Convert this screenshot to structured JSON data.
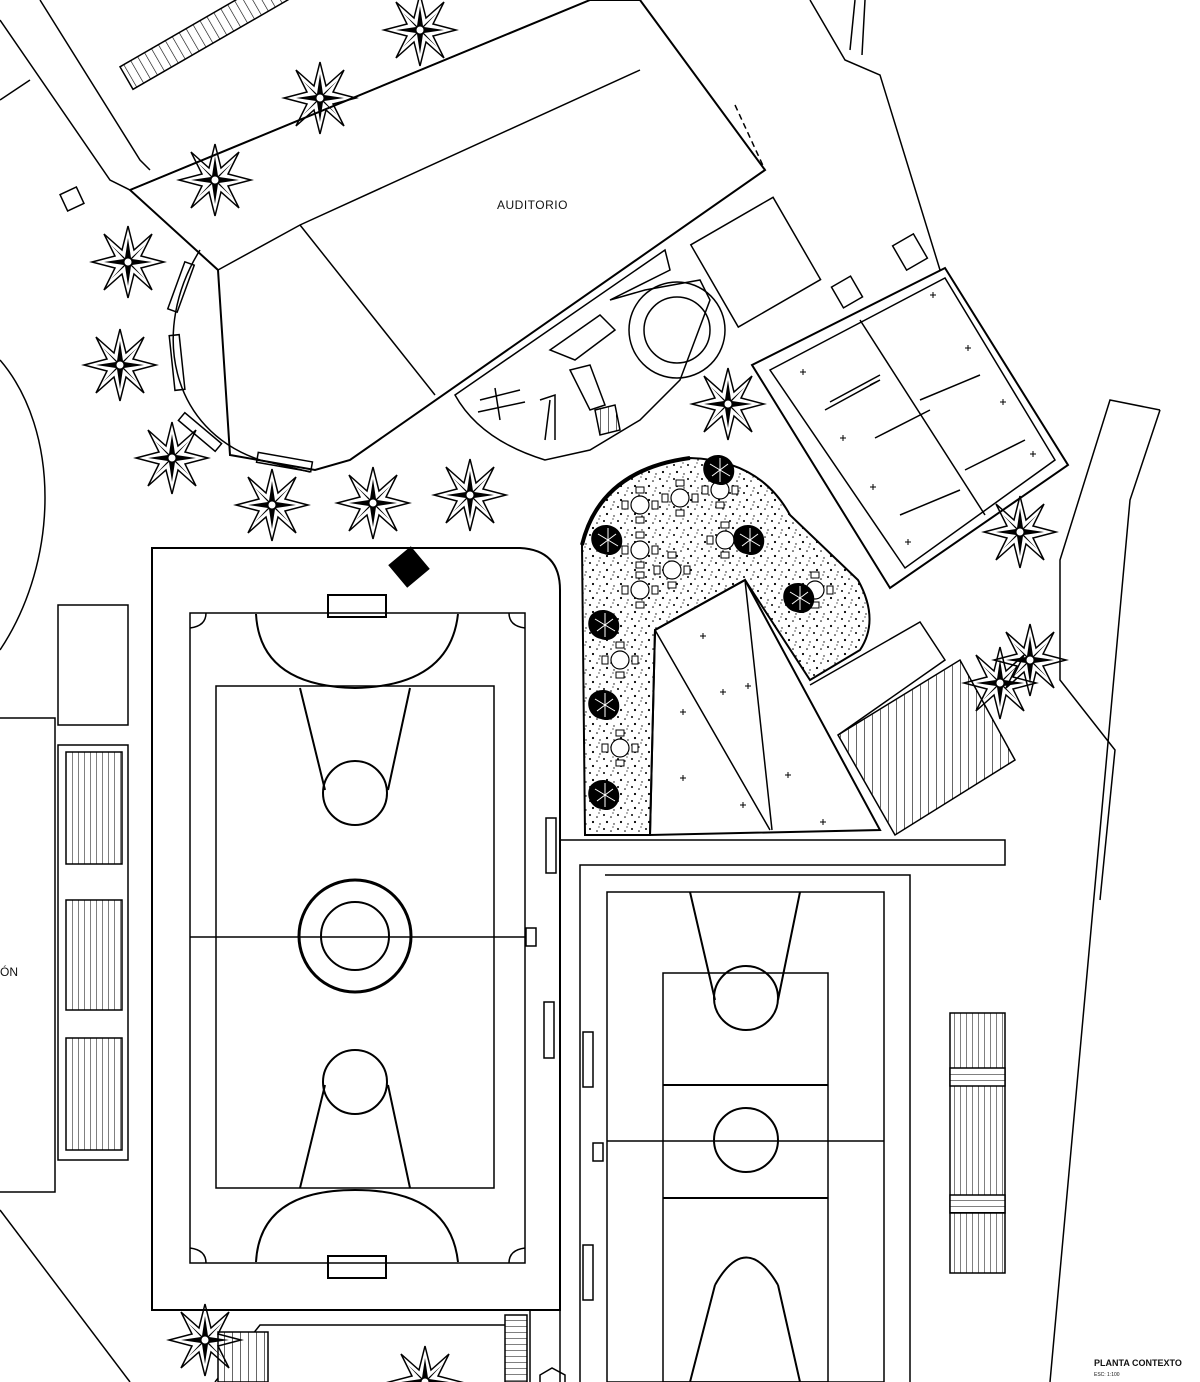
{
  "labels": {
    "auditorio": "AUDITORIO",
    "cut_label": "ÓN",
    "title": "PLANTA CONTEXTO",
    "scale": "ESC: 1:100"
  },
  "colors": {
    "ink": "#000000",
    "paper": "#ffffff"
  },
  "symbols": [
    "tree-symbol",
    "bench-symbol",
    "court-markings",
    "stair-symbol",
    "table-chair-set",
    "gravel-hatch"
  ]
}
